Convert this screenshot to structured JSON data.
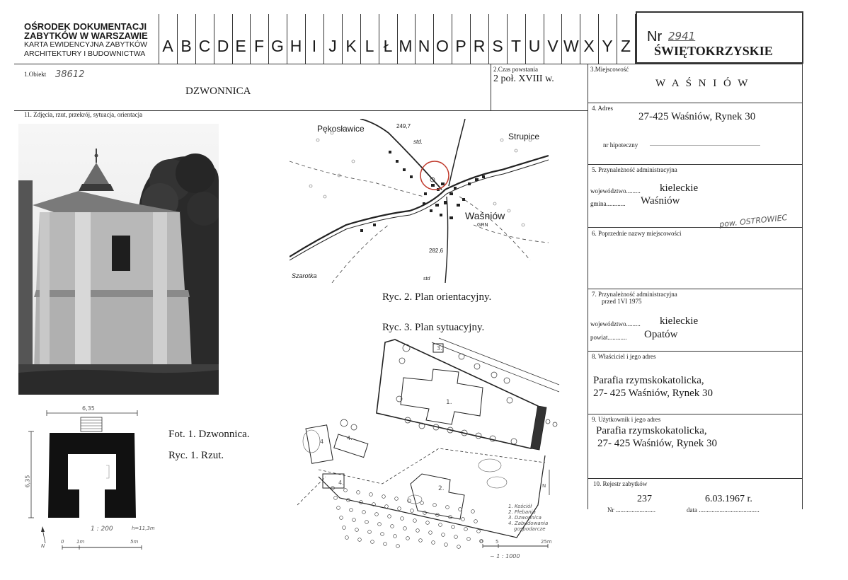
{
  "header": {
    "institution": [
      "OŚRODEK DOKUMENTACJI",
      "ZABYTKÓW W WARSZAWIE",
      "KARTA EWIDENCYJNA ZABYTKÓW",
      "ARCHITEKTURY I  BUDOWNICTWA"
    ],
    "alphabet": [
      "A",
      "B",
      "C",
      "D",
      "E",
      "F",
      "G",
      "H",
      "I",
      "J",
      "K",
      "L",
      "Ł",
      "M",
      "N",
      "O",
      "P",
      "R",
      "S",
      "T",
      "U",
      "V",
      "W",
      "X",
      "Y",
      "Z"
    ],
    "nr_label": "Nr",
    "nr_value": "2941",
    "region": "ŚWIĘTOKRZYSKIE"
  },
  "fields": {
    "obiekt_label": "1.Obiekt",
    "obiekt_handwritten": "38612",
    "obiekt_value": "DZWONNICA",
    "czas_label": "2.Czas powstania",
    "czas_value": "2 poł. XVIII w.",
    "miejscowosc_label": "3.Miejscowość",
    "miejscowosc_value": "W A Ś N I Ó W",
    "adres_label": "4. Adres",
    "adres_value": "27-425  Waśniów, Rynek 30",
    "hipoteczny_label": "nr hipoteczny",
    "hipoteczny_dots": "..............................................................................",
    "przynaleznosc_label": "5. Przynależność administracyjna",
    "wojewodztwo_label": "województwo.........",
    "wojewodztwo_value": "kieleckie",
    "gmina_label": "gmina............",
    "gmina_value": "Waśniów",
    "pow_handwritten": "pow. OSTROWIEC",
    "poprzednie_label": "6.      Poprzednie nazwy miejscowości",
    "przynaleznosc2_label": "7. Przynależność administracyjna",
    "przynaleznosc2_sub": "przed 1VI 1975",
    "wojewodztwo2_label": "województwo.........",
    "wojewodztwo2_value": "kieleckie",
    "powiat_label": "powiat............",
    "powiat_value": "Opatów",
    "wlasciciel_label": "8.     Właściciel i jego adres",
    "wlasciciel_value": [
      "Parafia rzymskokatolicka,",
      "27- 425 Waśniów, Rynek 30"
    ],
    "uzytkownik_label": "9. Użytkownik i jego adres",
    "uzytkownik_value": [
      "Parafia rzymskokatolicka,",
      "27- 425 Waśniów, Rynek 30"
    ],
    "rejestr_label": "10. Rejestr zabytków",
    "rejestr_nr": "237",
    "rejestr_data": "6.03.1967 r.",
    "rejestr_nr_label": "Nr .........................",
    "rejestr_data_label": "data  ......................................",
    "zdjecia_label": "11. Zdjęcia, rzut, przekrój, sytuacja, orientacja"
  },
  "captions": {
    "ryc2": "Ryc. 2. Plan orientacyjny.",
    "ryc3": "Ryc. 3. Plan sytuacyjny.",
    "fot1": "Fot. 1. Dzwonnica.",
    "ryc1": "Ryc. 1. Rzut."
  },
  "map": {
    "pekoslawice": "Pękosławice",
    "strupice": "Strupice",
    "wasniow": "Waśniów",
    "grn": "GRN",
    "elev1": "249,7",
    "elev2": "282,6",
    "std": "std.",
    "std2": "std",
    "szarotka": "Szarotka"
  },
  "floorplan": {
    "dim_top": "6,35",
    "dim_side": "6,35",
    "scale": "1 : 200",
    "height_note": "h=11,3m",
    "scale0": "0",
    "scale1": "1m",
    "scale5": "5m",
    "north": "N"
  },
  "siteplan": {
    "legend": [
      "1. Kościół",
      "2. Plebania",
      "3. Dzwonnica",
      "4. Zabudowania",
      "gospodarcze"
    ],
    "scale": "~ 1 : 1000",
    "s0": "0",
    "s5": "5",
    "s25": "25m",
    "north": "N",
    "n1": "1.",
    "n2": "2.",
    "n3": "3.",
    "n4a": "4.",
    "n4b": "4",
    "n4c": "4."
  }
}
